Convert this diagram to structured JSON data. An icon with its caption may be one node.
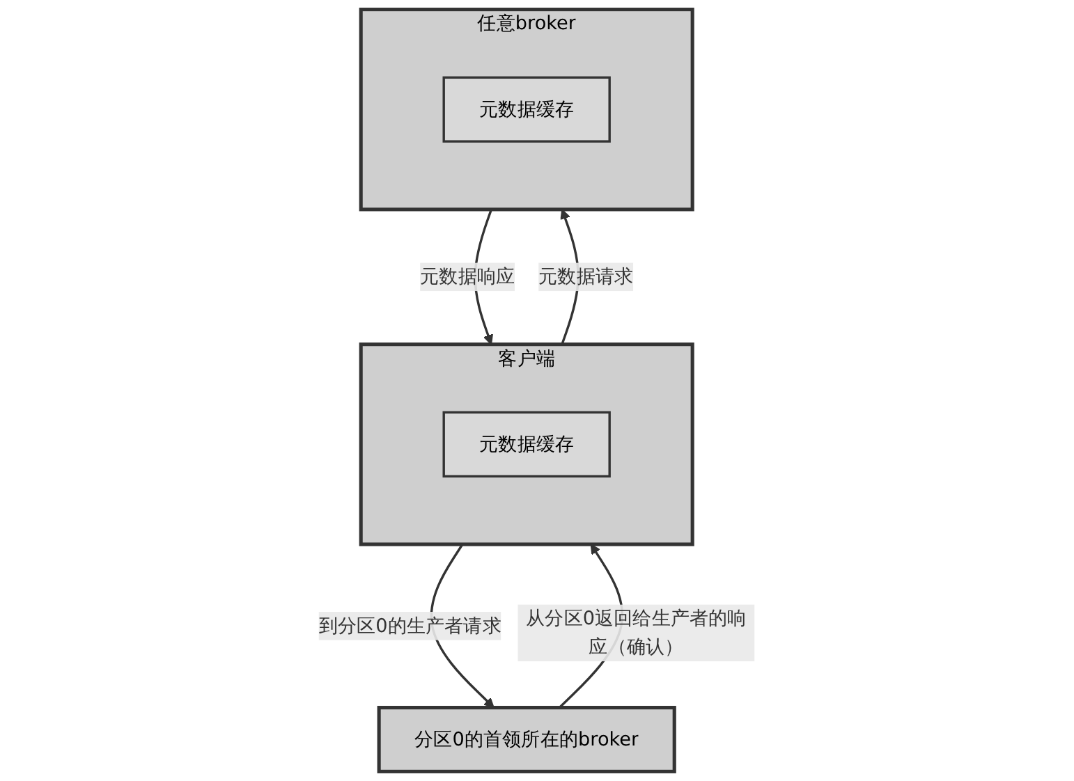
{
  "diagram": {
    "nodes": [
      {
        "text": [
          "客户端"
        ]
      },
      {
        "text": [
          "元数据缓存"
        ],
        "in": 0
      },
      {
        "text": [
          "任意broker"
        ]
      },
      {
        "text": [
          "元数据缓存"
        ],
        "in": 2
      },
      {
        "text": [
          "分区0的首领所在的broker"
        ]
      }
    ],
    "edges": [
      {
        "from": 0,
        "to": 2,
        "arrow": "to",
        "label": "元数据请求"
      },
      {
        "from": 2,
        "to": 0,
        "arrow": "to",
        "label": "元数据响应"
      },
      {
        "from": 0,
        "to": 4,
        "arrow": "to",
        "label": "到分区0的生产者请求"
      },
      {
        "from": 4,
        "to": 0,
        "arrow": "to",
        "label": "从分区0返回给生产者的响应（确认）"
      }
    ]
  }
}
